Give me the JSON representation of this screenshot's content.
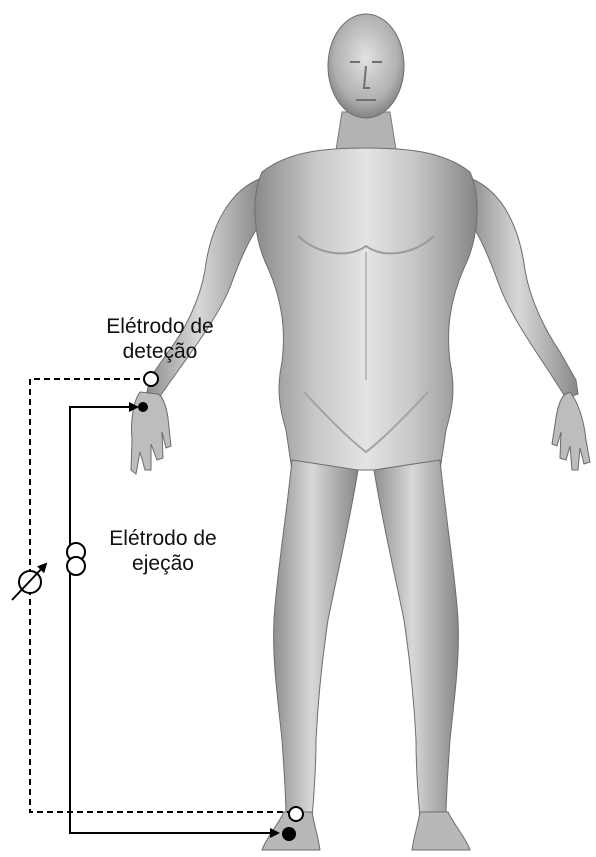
{
  "labels": {
    "detection_line1": "Elétrodo de",
    "detection_line2": "deteção",
    "injection_line1": "Elétrodo de",
    "injection_line2": "ejeção"
  },
  "icons": {
    "figure": "human-body-figure",
    "voltmeter": "voltmeter-symbol",
    "current_source": "current-source-symbol",
    "open_electrode": "hollow-circle-electrode",
    "filled_electrode": "filled-circle-electrode"
  },
  "colors": {
    "skin_light": "#e6e6e6",
    "skin_mid": "#b5b5b5",
    "skin_dark": "#7a7a7a",
    "wire": "#000000"
  }
}
